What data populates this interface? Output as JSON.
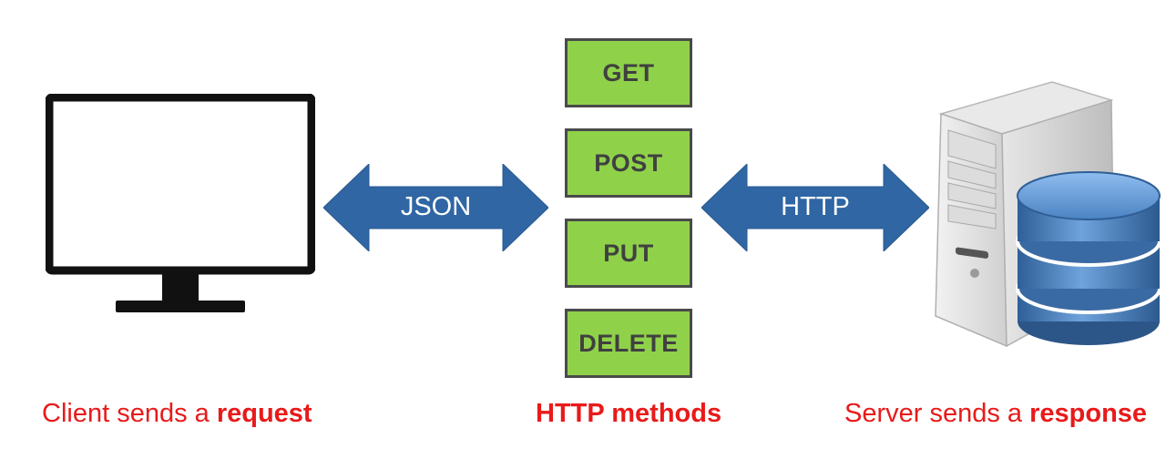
{
  "arrows": {
    "left_label": "JSON",
    "right_label": "HTTP"
  },
  "methods": [
    "GET",
    "POST",
    "PUT",
    "DELETE"
  ],
  "captions": {
    "client": {
      "prefix": "Client sends a ",
      "emphasis": "request"
    },
    "methods": {
      "prefix": "",
      "emphasis": "HTTP methods"
    },
    "server": {
      "prefix": "Server sends a ",
      "emphasis": "response"
    }
  },
  "colors": {
    "arrow": "#2f66a3",
    "method_fill": "#8fd24a",
    "method_text": "#404040",
    "caption": "#e81a1a",
    "monitor": "#111111",
    "database": "#4f88c6"
  },
  "icons": {
    "client": "monitor-icon",
    "server": "server-with-database-icon"
  }
}
